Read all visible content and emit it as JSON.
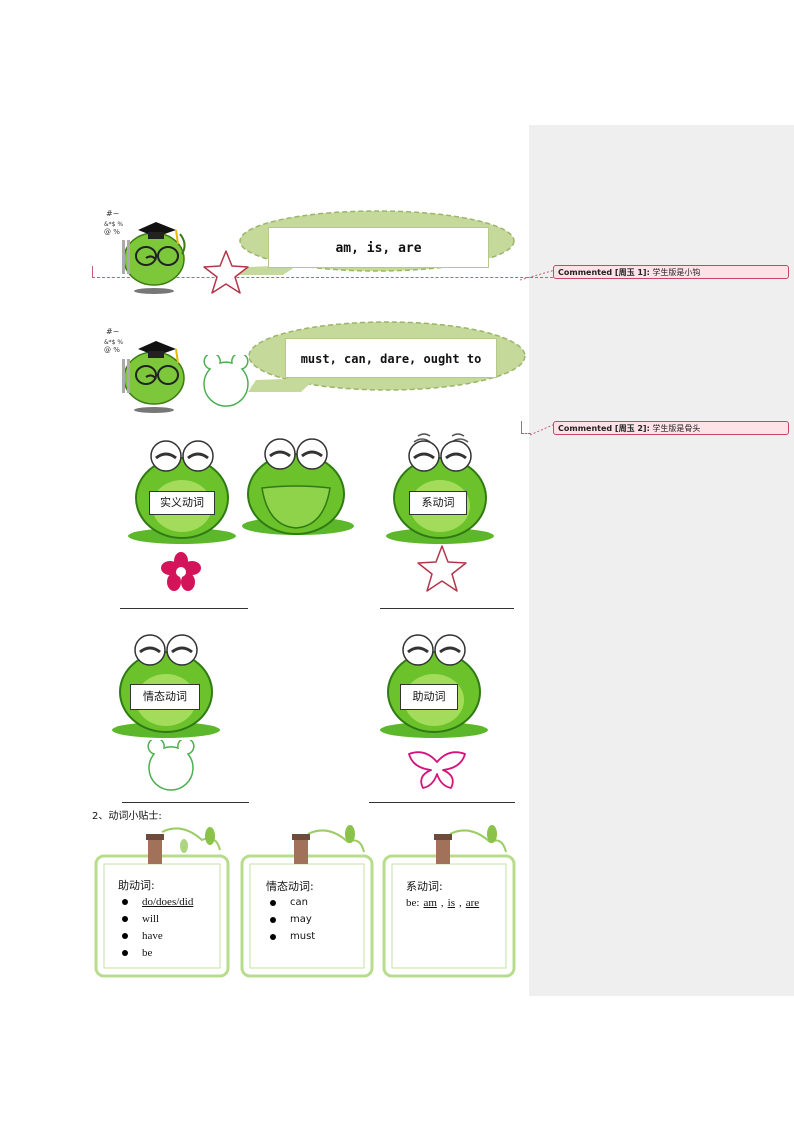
{
  "comments": [
    {
      "label": "Commented [周玉 1]:",
      "text": "学生版是小钩"
    },
    {
      "label": "Commented [周玉 2]:",
      "text": "学生版是骨头"
    }
  ],
  "bubbles": [
    {
      "text": "am, is, are"
    },
    {
      "text": "must, can, dare, ought to"
    }
  ],
  "frogs": {
    "labels": [
      "实义动词",
      "系动词",
      "情态动词",
      "助动词"
    ]
  },
  "section": {
    "title": "2、动词小贴士:"
  },
  "cards": [
    {
      "title": "助动词:",
      "items": [
        "do/does/did",
        "will",
        "have",
        "be"
      ]
    },
    {
      "title": "情态动词:",
      "items": [
        "can",
        "may",
        "must"
      ]
    },
    {
      "title": "系动词:",
      "prefix": "be:",
      "words": [
        "am",
        "is",
        "are"
      ]
    }
  ],
  "colors": {
    "frog_green": "#6cc22a",
    "bubble_fill": "#c5d99a",
    "flower": "#d4145a",
    "butterfly": "#d4147a",
    "outline_green": "#4caf50"
  }
}
